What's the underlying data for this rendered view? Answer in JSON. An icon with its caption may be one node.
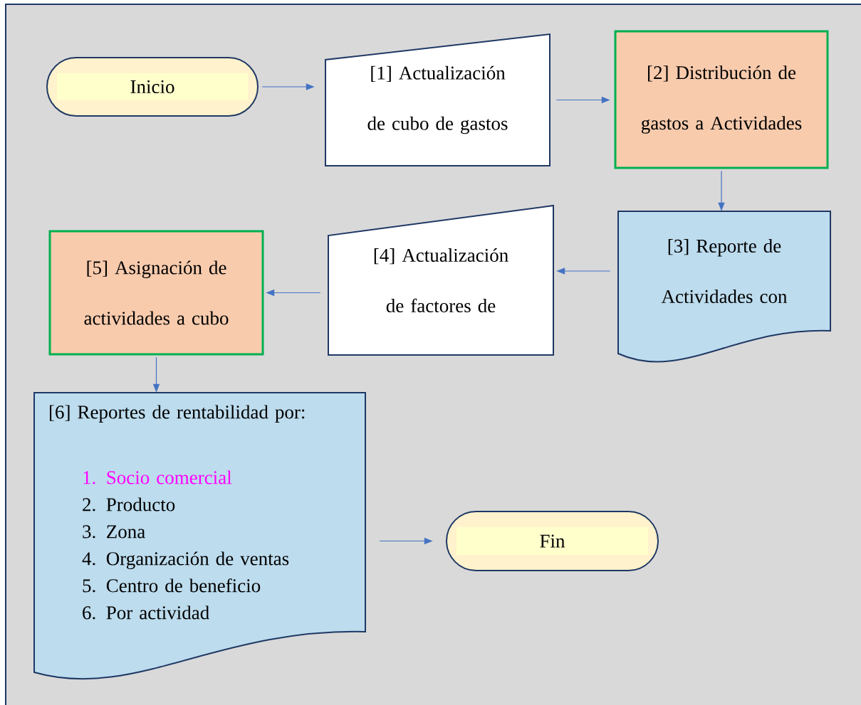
{
  "diagram": {
    "nodes": [
      {
        "text": [
          "Inicio"
        ]
      },
      {
        "text": [
          "[1] Actualización de cubo de gastos"
        ]
      },
      {
        "text": [
          "[2] Distribución de gastos a Actividades"
        ]
      },
      {
        "text": [
          "[3] Reporte de Actividades con"
        ]
      },
      {
        "text": [
          "[4] Actualización de factores de"
        ]
      },
      {
        "text": [
          "[5] Asignación de actividades a cubo"
        ]
      },
      {
        "text": [
          "[6] Reportes de rentabilidad por:",
          "1. Socio comercial",
          "2. Producto",
          "3. Zona",
          "4. Organización de ventas",
          "5. Centro de beneficio",
          "6. Por actividad"
        ]
      },
      {
        "text": [
          "Fin"
        ]
      }
    ],
    "edges": [
      {
        "from": 0,
        "to": 1,
        "arrow": "to"
      },
      {
        "from": 1,
        "to": 2,
        "arrow": "to"
      },
      {
        "from": 2,
        "to": 3,
        "arrow": "to"
      },
      {
        "from": 3,
        "to": 4,
        "arrow": "to"
      },
      {
        "from": 4,
        "to": 5,
        "arrow": "to"
      },
      {
        "from": 5,
        "to": 6,
        "arrow": "to"
      },
      {
        "from": 6,
        "to": 7,
        "arrow": "to"
      }
    ]
  }
}
